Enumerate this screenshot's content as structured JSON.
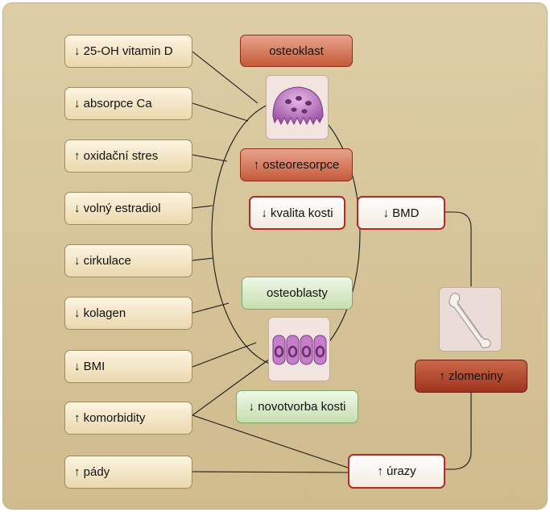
{
  "factors": [
    {
      "label": "↓ 25-OH vitamin D"
    },
    {
      "label": "↓ absorpce Ca"
    },
    {
      "label": "↑ oxidační stres"
    },
    {
      "label": "↓ volný estradiol"
    },
    {
      "label": "↓ cirkulace"
    },
    {
      "label": "↓ kolagen"
    },
    {
      "label": "↓ BMI"
    },
    {
      "label": "↑ komorbidity"
    },
    {
      "label": "↑ pády"
    }
  ],
  "center": {
    "osteoclast": "osteoklast",
    "osteoresorption": "↑ osteoresorpce",
    "bone_quality": "↓ kvalita kosti",
    "bmd": "↓ BMD",
    "osteoblasts": "osteoblasty",
    "bone_formation": "↓ novotvorba kosti",
    "fractures": "↑ zlomeniny",
    "injuries": "↑ úrazy"
  },
  "colors": {
    "panel": "#d8c89e",
    "red_fill": "#c55a3a",
    "red_outline": "#b32a26",
    "green_fill": "#c5dfb0",
    "dark_red": "#a0341e"
  },
  "icons": [
    "osteoclast-cell-icon",
    "osteoblast-cells-icon",
    "bone-icon"
  ]
}
